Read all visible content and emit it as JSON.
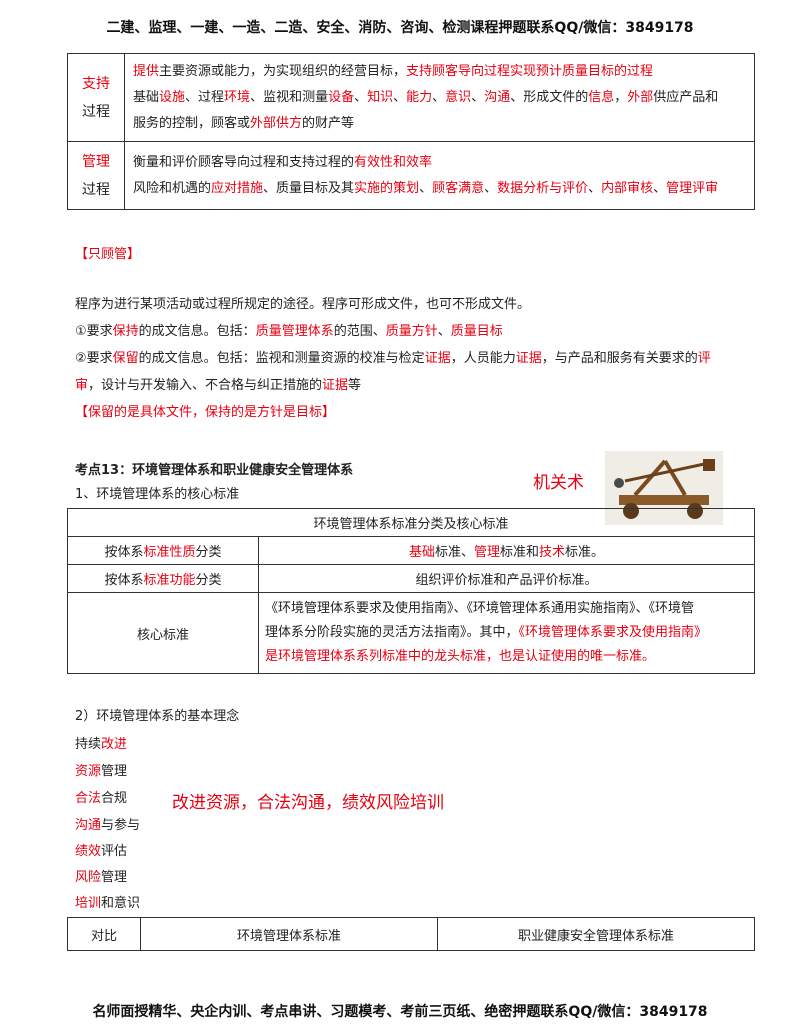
{
  "header": {
    "text": "二建、监理、一建、一造、二造、安全、消防、咨询、检测课程押题联系QQ/微信：3849178"
  },
  "footer": {
    "text": "名师面授精华、央企内训、考点串讲、习题模考、考前三页纸、绝密押题联系QQ/微信：3849178"
  },
  "process_table": {
    "support": {
      "label_1": "支持",
      "label_2": "过程",
      "l1": [
        "提供",
        "主要资源或能力，为实现组织的经营目标，",
        "支持顾客导向过程实现预计质量目标的过程"
      ],
      "l2": [
        "基础",
        "设施",
        "、过程",
        "环境",
        "、监视和测量",
        "设备",
        "、",
        "知识",
        "、",
        "能力",
        "、",
        "意识",
        "、",
        "沟通",
        "、形成文件的",
        "信息",
        "，",
        "外部",
        "供应产品和"
      ],
      "l3": [
        "服务的控制，顾客或",
        "外部供方",
        "的财产等"
      ]
    },
    "manage": {
      "label_1": "管理",
      "label_2": "过程",
      "l1": [
        "衡量和评价顾客导向过程和支持过程的",
        "有效性和效率"
      ],
      "l2": [
        "风险和机遇的",
        "应对措施",
        "、质量目标及其",
        "实施的策划",
        "、",
        "顾客满意",
        "、",
        "数据分析与评价",
        "、",
        "内部审核",
        "、",
        "管理评审"
      ]
    }
  },
  "note_customer": "【只顾管】",
  "procedure": {
    "p1": "程序为进行某项活动或过程所规定的途径。程序可形成文件，也可不形成文件。",
    "p2": [
      "①要求",
      "保持",
      "的成文信息。包括：",
      "质量管理体系",
      "的范围、",
      "质量方针",
      "、",
      "质量目标"
    ],
    "p3": [
      "②要求",
      "保留",
      "的成文信息。包括：监视和测量资源的校准与检定",
      "证据",
      "，人员能力",
      "证据",
      "，与产品和服务有关要求的",
      "评"
    ],
    "p4": [
      "审",
      "，设计与开发输入、不合格与纠正措施的",
      "证据",
      "等"
    ],
    "p5": "【保留的是具体文件，保持的是方针是目标】"
  },
  "section13": {
    "title": "考点13：环境管理体系和职业健康安全管理体系",
    "sub1": "1、环境管理体系的核心标准",
    "tip": "机关术"
  },
  "env_table": {
    "caption": "环境管理体系标准分类及核心标准",
    "row1": {
      "k": [
        "按体系",
        "标准性质",
        "分类"
      ],
      "v": [
        "基础",
        "标准、",
        "管理",
        "标准和",
        "技术",
        "标准。"
      ]
    },
    "row2": {
      "k": [
        "按体系",
        "标准功能",
        "分类"
      ],
      "v": "组织评价标准和产品评价标准。"
    },
    "row3": {
      "k": "核心标准",
      "l1": "《环境管理体系要求及使用指南》、《环境管理体系通用实施指南》、《环境管",
      "l2": [
        "理体系分阶段实施的灵活方法指南》。其中，",
        "《环境管理体系要求及使用指南》"
      ],
      "l3": "是环境管理体系系列标准中的龙头标准，也是认证使用的唯一标准。"
    }
  },
  "ideas": {
    "title": "2）环境管理体系的基本理念",
    "items": [
      [
        "持续",
        "改进",
        ""
      ],
      [
        "资源",
        "",
        "管理"
      ],
      [
        "合法",
        "",
        "合规"
      ],
      [
        "沟通",
        "",
        "与参与"
      ],
      [
        "绩效",
        "",
        "评估"
      ],
      [
        "风险",
        "",
        "管理"
      ],
      [
        "培训",
        "",
        "和意识"
      ]
    ],
    "mnemonic": "改进资源，合法沟通，绩效风险培训"
  },
  "compare_table": {
    "c1": "对比",
    "c2": "环境管理体系标准",
    "c3": "职业健康安全管理体系标准"
  },
  "colors": {
    "accent_red": "#e60012",
    "text": "#222222"
  },
  "icons": {
    "catapult": "catapult-image"
  }
}
